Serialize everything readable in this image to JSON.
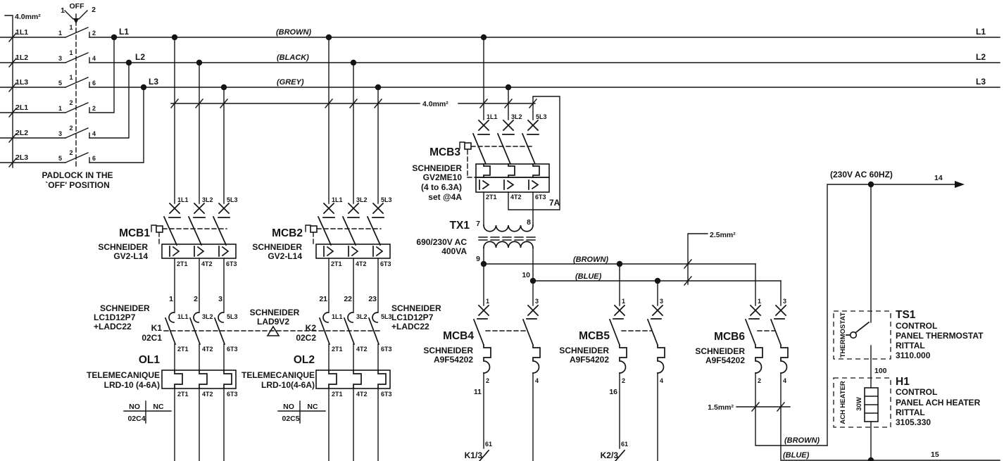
{
  "main_switch": {
    "gauge": "4.0mm²",
    "selector": {
      "pos1": "1",
      "off": "OFF",
      "pos2": "2"
    },
    "rows": [
      {
        "label": "1L1",
        "lt": "1",
        "rt": "2",
        "pivot": "1"
      },
      {
        "label": "1L2",
        "lt": "3",
        "rt": "4",
        "pivot": "1"
      },
      {
        "label": "1L3",
        "lt": "5",
        "rt": "6",
        "pivot": "1"
      },
      {
        "label": "2L1",
        "lt": "1",
        "rt": "2",
        "pivot": "2"
      },
      {
        "label": "2L2",
        "lt": "3",
        "rt": "4",
        "pivot": "2"
      },
      {
        "label": "2L3",
        "lt": "5",
        "rt": "6",
        "pivot": "2"
      }
    ],
    "note1": "PADLOCK IN THE",
    "note2": "`OFF' POSITION"
  },
  "phases": {
    "l1": "L1",
    "l2": "L2",
    "l3": "L3",
    "c1": "(BROWN)",
    "c2": "(BLACK)",
    "c3": "(GREY)",
    "r1": "L1",
    "r2": "L2",
    "r3": "L3",
    "feeder_gauge": "4.0mm²"
  },
  "mcb1": {
    "name": "MCB1",
    "line1": "SCHNEIDER",
    "line2": "GV2-L14",
    "t_in": [
      "1L1",
      "3L2",
      "5L3"
    ],
    "t_out": [
      "2T1",
      "4T2",
      "6T3"
    ]
  },
  "mcb2": {
    "name": "MCB2",
    "line1": "SCHNEIDER",
    "line2": "GV2-L14",
    "t_in": [
      "1L1",
      "3L2",
      "5L3"
    ],
    "t_out": [
      "2T1",
      "4T2",
      "6T3"
    ]
  },
  "mcb3": {
    "name": "MCB3",
    "line1": "SCHNEIDER",
    "line2": "GV2ME10",
    "line3": "(4 to 6.3A)",
    "line4": "set @4A",
    "t_in": [
      "1L1",
      "3L2",
      "5L3"
    ],
    "t_out": [
      "2T1",
      "4T2",
      "6T3"
    ],
    "loop_wire": "7A"
  },
  "tx1": {
    "name": "TX1",
    "line1": "690/230V AC",
    "line2": "400VA",
    "t7": "7",
    "t8": "8",
    "t9": "9",
    "t10": "10",
    "sec_c1": "(BROWN)",
    "sec_c2": "(BLUE)",
    "sec_gauge": "2.5mm²"
  },
  "k1": {
    "name": "K1",
    "ref": "02C1",
    "line1": "SCHNEIDER",
    "line2": "LC1D12P7",
    "line3": "+LADC22",
    "w": [
      "1",
      "2",
      "3"
    ],
    "t_in": [
      "1L1",
      "3L2",
      "5L3"
    ],
    "t_out": [
      "2T1",
      "4T2",
      "6T3"
    ]
  },
  "k2": {
    "name": "K2",
    "ref": "02C2",
    "line1": "SCHNEIDER",
    "line2": "LC1D12P7",
    "line3": "+LADC22",
    "w": [
      "21",
      "22",
      "23"
    ],
    "t_in": [
      "1L1",
      "3L2",
      "5L3"
    ],
    "t_out": [
      "2T1",
      "4T2",
      "6T3"
    ]
  },
  "interlock": {
    "line1": "SCHNEIDER",
    "line2": "LAD9V2"
  },
  "ol1": {
    "name": "OL1",
    "line1": "TELEMECANIQUE",
    "line2": "LRD-10 (4-6A)",
    "t_out": [
      "2T1",
      "4T2",
      "6T3"
    ],
    "no": "NO",
    "nc": "NC",
    "ref": "02C4"
  },
  "ol2": {
    "name": "OL2",
    "line1": "TELEMECANIQUE",
    "line2": "LRD-10(4-6A)",
    "t_out": [
      "2T1",
      "4T2",
      "6T3"
    ],
    "no": "NO",
    "nc": "NC",
    "ref": "02C5"
  },
  "mcb4": {
    "name": "MCB4",
    "line1": "SCHNEIDER",
    "line2": "A9F54202",
    "t_in": [
      "1",
      "3"
    ],
    "t_out": [
      "2",
      "4"
    ],
    "out_wire": "11"
  },
  "mcb5": {
    "name": "MCB5",
    "line1": "SCHNEIDER",
    "line2": "A9F54202",
    "t_in": [
      "1",
      "3"
    ],
    "t_out": [
      "2",
      "4"
    ],
    "out_wire": "16"
  },
  "mcb6": {
    "name": "MCB6",
    "line1": "SCHNEIDER",
    "line2": "A9F54202",
    "t_in": [
      "1",
      "3"
    ],
    "t_out": [
      "2",
      "4"
    ],
    "gauge": "1.5mm²",
    "c1": "(BROWN)",
    "c2": "(BLUE)"
  },
  "aux_k1": {
    "name": "K1/3",
    "term": "61"
  },
  "aux_k2": {
    "name": "K2/3",
    "term": "61"
  },
  "control": {
    "supply": "(230V AC 60HZ)",
    "w14": "14",
    "w100": "100",
    "w15": "15"
  },
  "ts1": {
    "name": "TS1",
    "line1": "CONTROL",
    "line2": "PANEL THERMOSTAT",
    "line3": "RITTAL",
    "line4": "3110.000",
    "tag": "THERMOSTAT"
  },
  "h1": {
    "name": "H1",
    "line1": "CONTROL",
    "line2": "PANEL ACH HEATER",
    "line3": "RITTAL",
    "line4": "3105.330",
    "tag": "ACH HEATER",
    "power": "30W"
  }
}
